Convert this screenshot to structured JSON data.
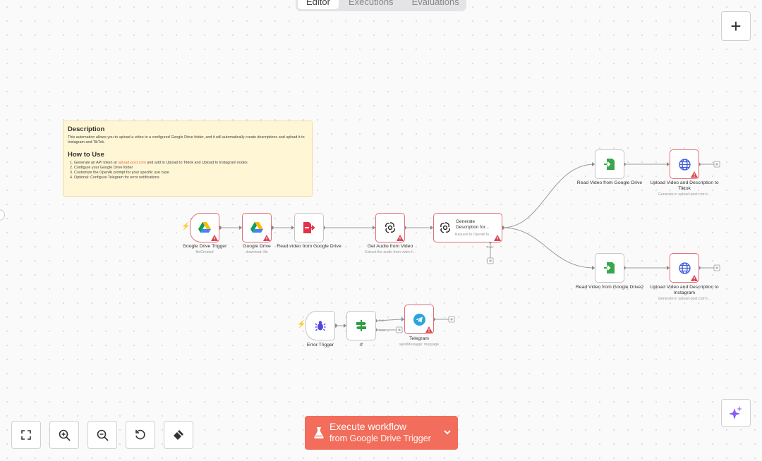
{
  "tabs": {
    "editor": "Editor",
    "executions": "Executions",
    "evaluations": "Evaluations"
  },
  "note": {
    "title": "Description",
    "body": "This automation allows you to upload a video to a configured Google Drive folder, and it will automatically create descriptions and upload it to Instagram and TikTok.",
    "howto_title": "How to Use",
    "step1_pre": "Generate an API token at ",
    "step1_link": "upload-post.com",
    "step1_post": " and add to Upload to Tiktok and Upload to Instagram nodes",
    "step2": "Configure your Google Drive folder",
    "step3": "Customize the OpenAI prompt for your specific use case",
    "step4": "Optional: Configure Telegram for error notifications"
  },
  "nodes": {
    "gdrive_trigger": {
      "label": "Google Drive Trigger",
      "sub": "fileCreated"
    },
    "gdrive": {
      "label": "Google Drive",
      "sub": "download: file"
    },
    "read_video": {
      "label": "Read video from Google Drive"
    },
    "get_audio": {
      "label": "Get Audio from Video",
      "sub": "Extract the audio from video f..."
    },
    "gen_desc": {
      "label": "Generate Description for...",
      "sub": "Request to OpenAI fo...",
      "tools": "Tools"
    },
    "read_video_1": {
      "label": "Read Video from Google Drive"
    },
    "upload_tiktok": {
      "label": "Upload Video and Description to Tiktok",
      "sub": "Generate in upload-post.com t..."
    },
    "read_video_2": {
      "label": "Read Video from Google Drive2"
    },
    "upload_instagram": {
      "label": "Upload Video and Description to Instagram",
      "sub": "Generate in upload-post.com t..."
    },
    "error_trigger": {
      "label": "Error Trigger"
    },
    "if": {
      "label": "If",
      "true_label": "true",
      "false_label": "false"
    },
    "telegram": {
      "label": "Telegram",
      "sub": "sendMessage: message"
    }
  },
  "execute": {
    "label": "Execute workflow",
    "sub_prefix": "from ",
    "sub_node": "Google Drive Trigger"
  },
  "icons": {
    "add": "plus-icon",
    "fit": "fit-view-icon",
    "zoom_in": "zoom-in-icon",
    "zoom_out": "zoom-out-icon",
    "reset": "reset-zoom-icon",
    "tidy": "tidy-up-icon",
    "assistant": "sparkle-icon",
    "flask": "flask-icon"
  },
  "colors": {
    "accent": "#f26d5b",
    "error_border": "#e16f7a",
    "note_bg": "#fff6d6"
  }
}
